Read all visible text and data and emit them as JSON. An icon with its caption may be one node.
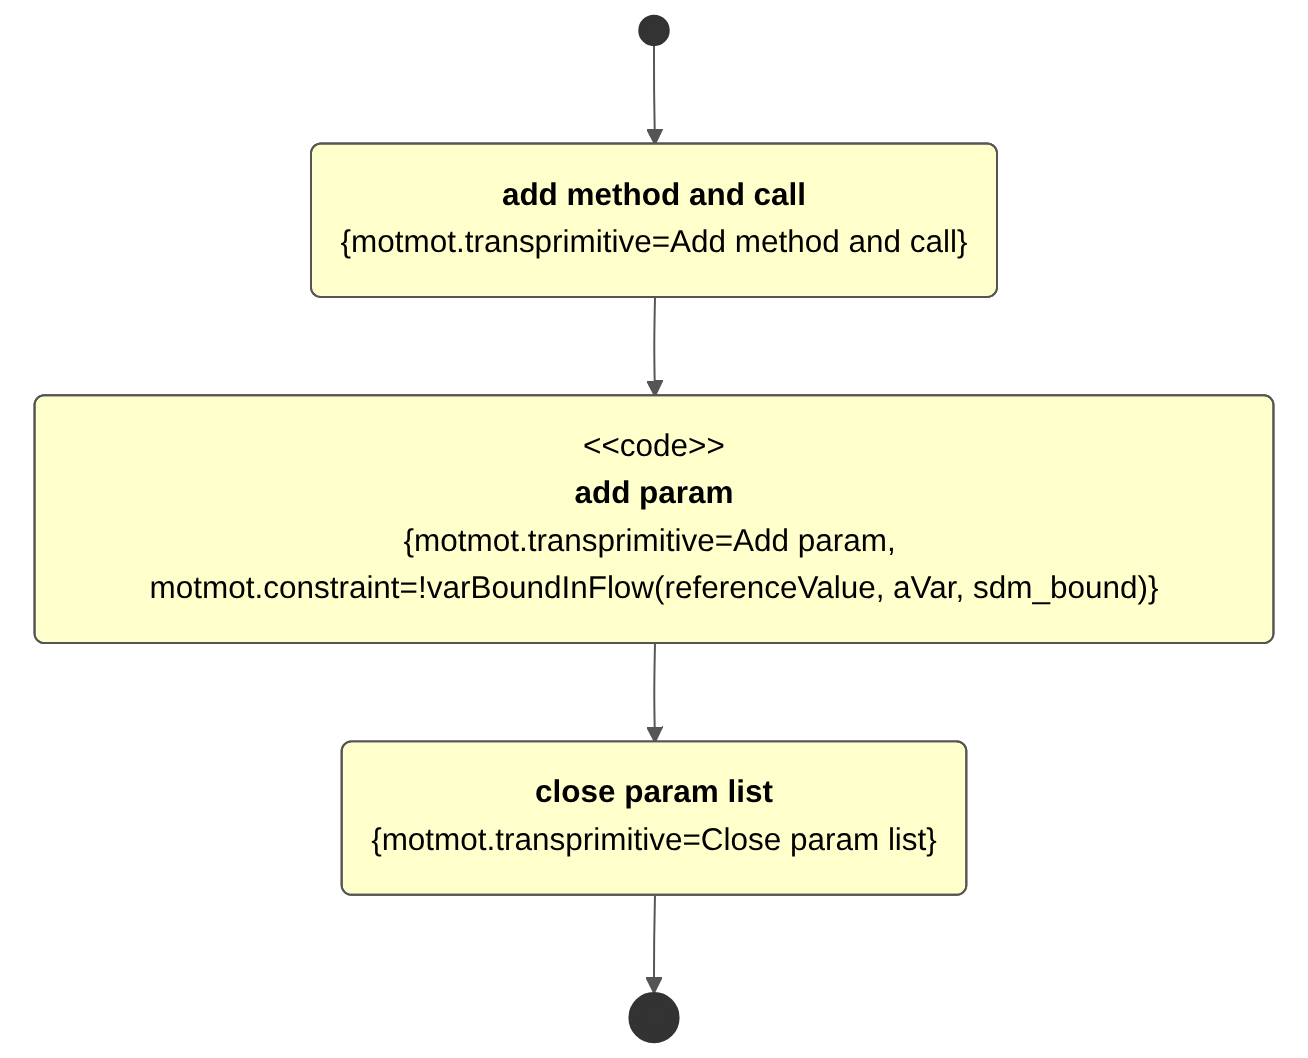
{
  "diagram": {
    "nodes": [
      {
        "text": [],
        "shape": "circle"
      },
      {
        "text": [
          "add method and call",
          "{motmot.transprimitive=Add method and call}"
        ]
      },
      {
        "text": [
          "<<code>>",
          "add param",
          "{motmot.transprimitive=Add param, motmot.constraint=!varBoundInFlow(referenceValue, aVar, sdm_bound)}"
        ]
      },
      {
        "text": [
          "close param list",
          "{motmot.transprimitive=Close param list}"
        ]
      },
      {
        "text": [],
        "shape": "circle"
      }
    ],
    "edges": [
      {
        "from": 0,
        "to": 1,
        "arrow": "to"
      },
      {
        "from": 1,
        "to": 2,
        "arrow": "to"
      },
      {
        "from": 2,
        "to": 3,
        "arrow": "to"
      },
      {
        "from": 3,
        "to": 4,
        "arrow": "to"
      }
    ]
  }
}
